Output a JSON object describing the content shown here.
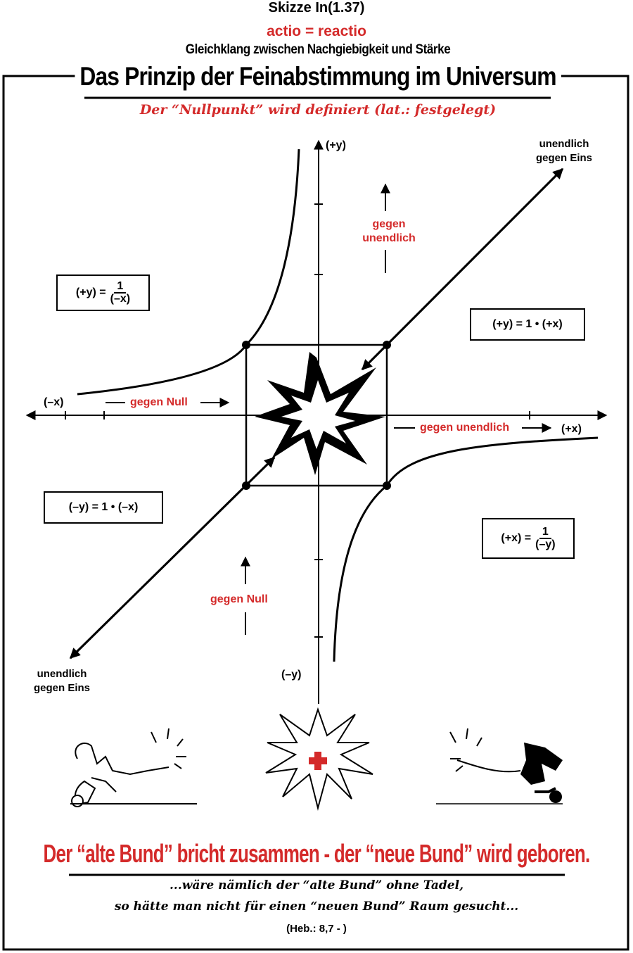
{
  "header": {
    "skizze": "Skizze In(1.37)",
    "actio": "actio = reactio",
    "gleichklang": "Gleichklang zwischen Nachgiebigkeit und Stärke",
    "title": "Das Prinzip der Feinabstimmung im Universum",
    "subtitle": "Der “Nullpunkt” wird definiert (lat.: festgelegt)"
  },
  "axes": {
    "plus_y": "(+y)",
    "minus_y": "(–y)",
    "plus_x": "(+x)",
    "minus_x": "(–x)"
  },
  "annotations": {
    "gegen_unendlich_top": [
      "gegen",
      "unendlich"
    ],
    "gegen_null_left": "gegen Null",
    "gegen_unendlich_right": "gegen unendlich",
    "gegen_null_bottom": "gegen Null",
    "unendlich_gegen_eins_top": [
      "unendlich",
      "gegen Eins"
    ],
    "unendlich_gegen_eins_bottom": [
      "unendlich",
      "gegen Eins"
    ]
  },
  "formulas": {
    "top_left": {
      "lhs": "(+y) =",
      "num": "1",
      "den": "(–x)"
    },
    "top_right": "(+y) = 1 • (+x)",
    "bottom_left": "(–y) = 1 • (–x)",
    "bottom_right": {
      "lhs": "(+x) =",
      "num": "1",
      "den": "(–y)"
    }
  },
  "footer": {
    "main": "Der “alte Bund” bricht zusammen - der “neue Bund” wird geboren.",
    "quote_line1": "...wäre nämlich der “alte Bund” ohne Tadel,",
    "quote_line2": "so hätte man nicht für einen “neuen Bund” Raum gesucht...",
    "reference": "(Heb.: 8,7 - )"
  },
  "colors": {
    "accent_red": "#d42a2a",
    "ink": "#000000",
    "background": "#ffffff"
  }
}
